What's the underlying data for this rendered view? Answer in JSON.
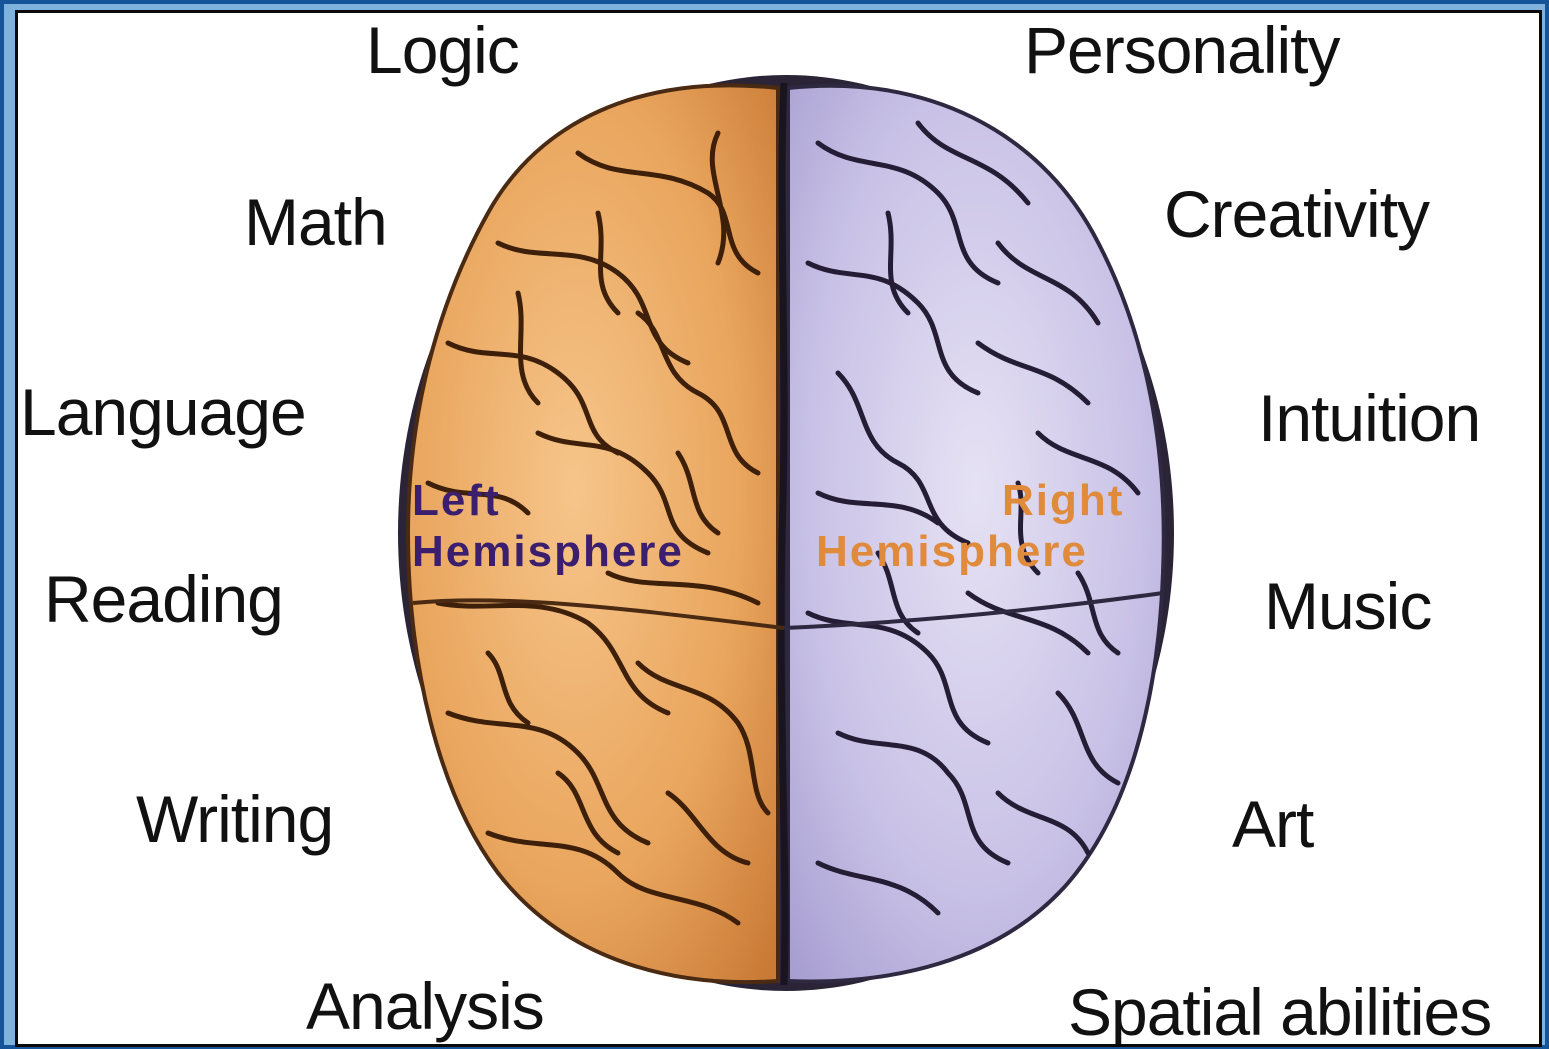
{
  "left_functions": {
    "logic": "Logic",
    "math": "Math",
    "language": "Language",
    "reading": "Reading",
    "writing": "Writing",
    "analysis": "Analysis"
  },
  "right_functions": {
    "personality": "Personality",
    "creativity": "Creativity",
    "intuition": "Intuition",
    "music": "Music",
    "art": "Art",
    "spatial": "Spatial abilities"
  },
  "hemispheres": {
    "left_line1": "Left",
    "left_line2": "Hemisphere",
    "right_line1": "Right",
    "right_line2": "Hemisphere"
  },
  "colors": {
    "left_hemisphere": "#e8a25a",
    "right_hemisphere": "#c9c3e6",
    "left_label": "#3b1f6e",
    "right_label": "#e08a3c",
    "frame": "#16549a"
  }
}
